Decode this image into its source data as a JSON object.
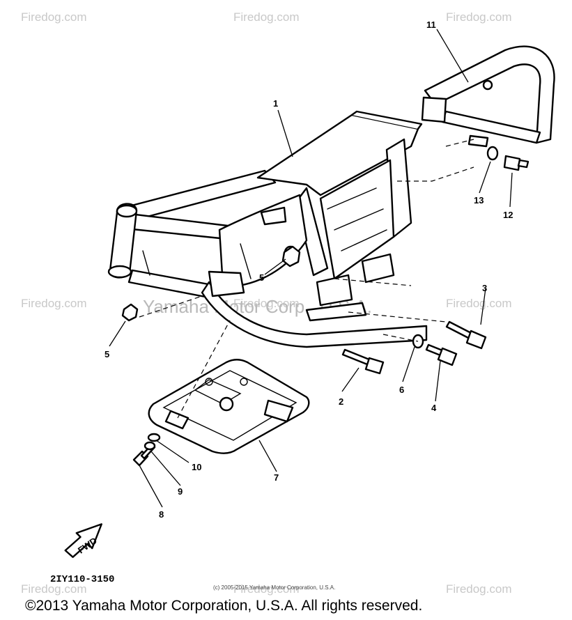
{
  "watermark": {
    "brand": "Firedog.com",
    "center_text": "Yamaha Motor Corp., U.S.A."
  },
  "callouts": {
    "c1": "1",
    "c2": "2",
    "c3": "3",
    "c4": "4",
    "c5a": "5",
    "c5b": "5",
    "c6": "6",
    "c7": "7",
    "c8": "8",
    "c9": "9",
    "c10": "10",
    "c11": "11",
    "c12": "12",
    "c13": "13"
  },
  "fwd_label": "FWD",
  "drawing_code": "2IY110-3150",
  "small_copyright": "(c) 2005-2015 Yamaha Motor Corporation, U.S.A.",
  "copyright": "©2013 Yamaha Motor Corporation, U.S.A. All rights reserved."
}
